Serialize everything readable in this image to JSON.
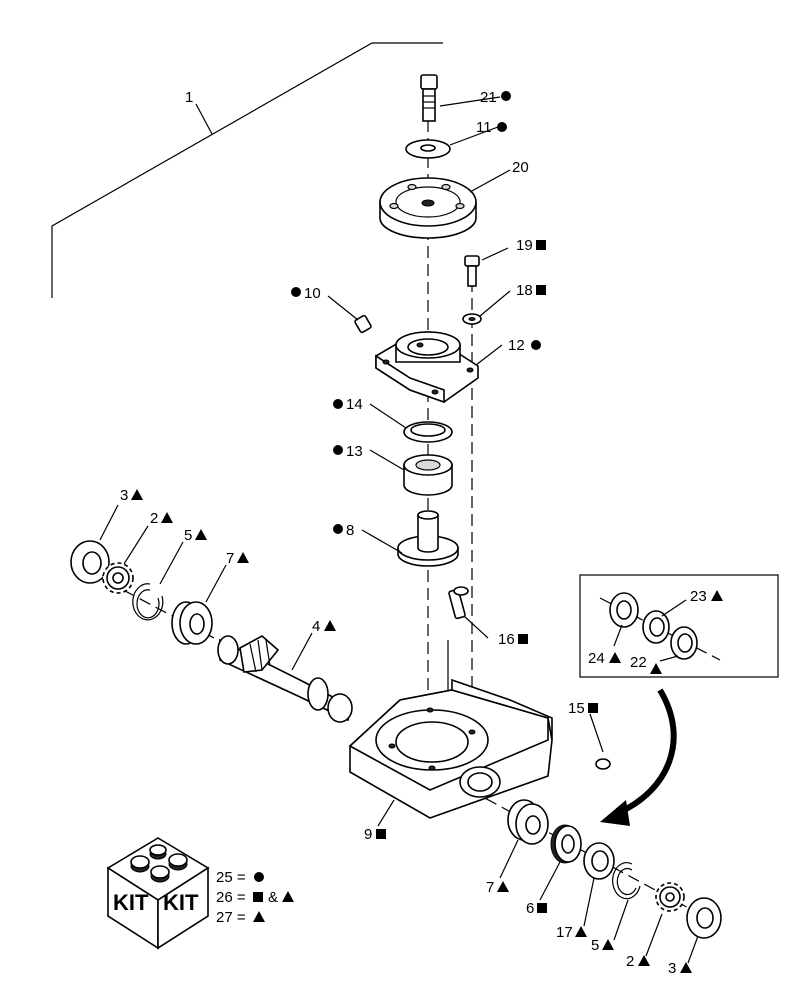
{
  "callouts": {
    "c1": "1",
    "c21": "21",
    "c11": "11",
    "c20": "20",
    "c19": "19",
    "c18": "18",
    "c10": "10",
    "c12": "12",
    "c14": "14",
    "c13": "13",
    "c8": "8",
    "c3l": "3",
    "c2l": "2",
    "c5l": "5",
    "c7l": "7",
    "c4": "4",
    "c16": "16",
    "c23": "23",
    "c24": "24",
    "c22": "22",
    "c15": "15",
    "c9": "9",
    "c7r": "7",
    "c6": "6",
    "c17": "17",
    "c5r": "5",
    "c2r": "2",
    "c3r": "3"
  },
  "kit": {
    "box_label_1": "KIT",
    "box_label_2": "KIT",
    "line25": "25 =",
    "line26": "26 =",
    "line26_amp": "&",
    "line27": "27 ="
  },
  "legend_symbols": {
    "circle": "filled-circle",
    "square": "filled-square",
    "triangle": "filled-triangle"
  }
}
